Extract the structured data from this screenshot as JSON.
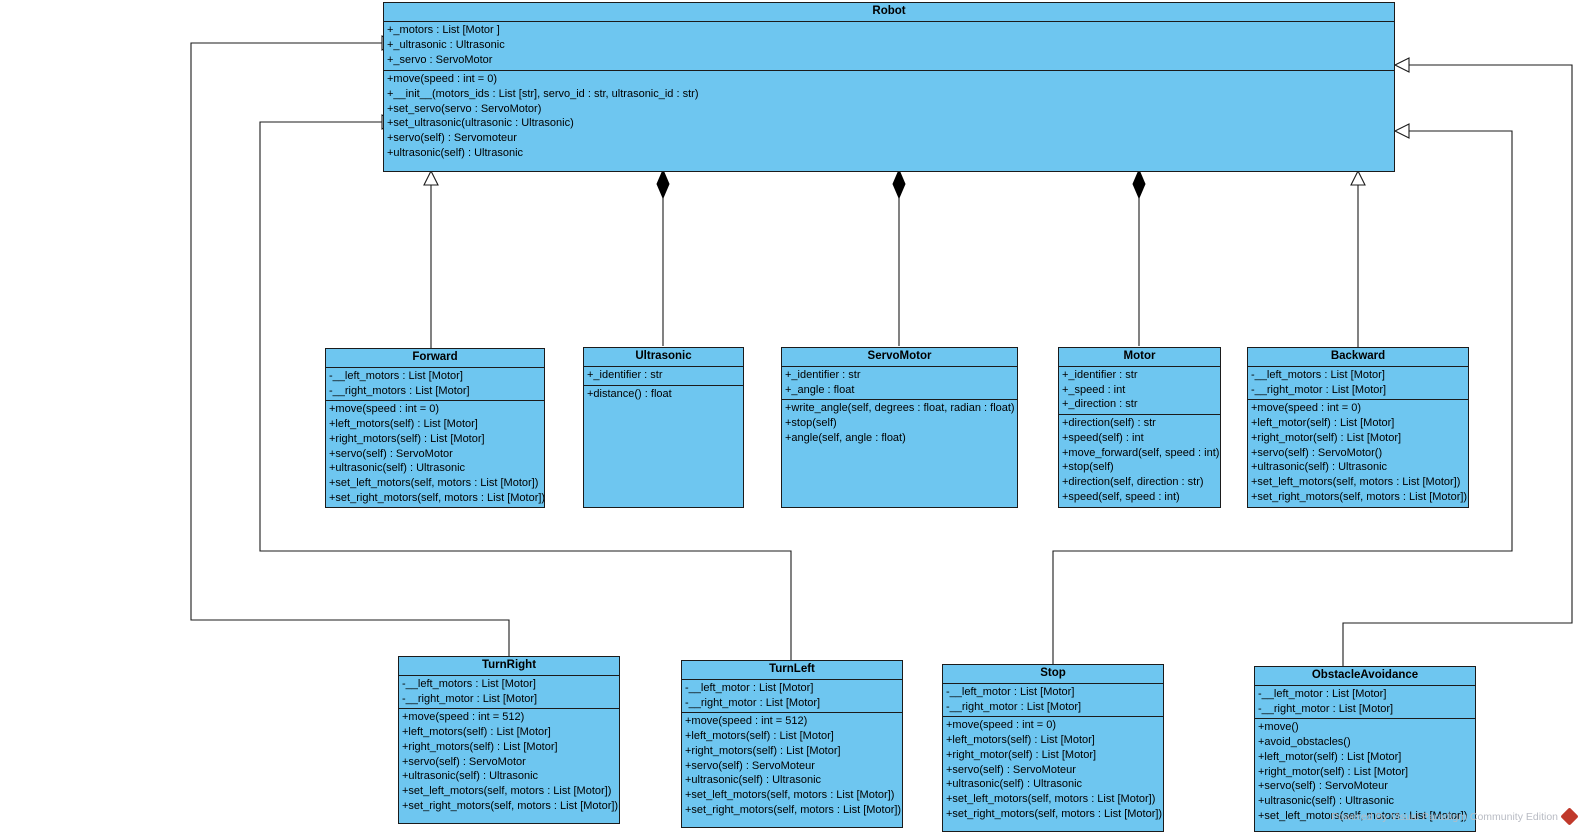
{
  "diagram": {
    "type": "uml-class-diagram",
    "accent_color": "#6EC6F0",
    "line_color": "#1b1b1b",
    "background": "#ffffff",
    "watermark": "Powered By Visual Paradigm Community Edition"
  },
  "classes": {
    "robot": {
      "name": "Robot",
      "attributes": [
        "+_motors : List [Motor ]",
        "+_ultrasonic : Ultrasonic",
        "+_servo : ServoMotor"
      ],
      "operations": [
        "+move(speed : int = 0)",
        "+__init__(motors_ids : List [str], servo_id : str, ultrasonic_id : str)",
        "+set_servo(servo : ServoMotor)",
        "+set_ultrasonic(ultrasonic : Ultrasonic)",
        "+servo(self) : Servomoteur",
        "+ultrasonic(self) : Ultrasonic"
      ]
    },
    "forward": {
      "name": "Forward",
      "attributes": [
        "-__left_motors : List [Motor]",
        "-__right_motors : List [Motor]"
      ],
      "operations": [
        "+move(speed : int = 0)",
        "+left_motors(self) : List [Motor]",
        "+right_motors(self) : List [Motor]",
        "+servo(self) : ServoMotor",
        "+ultrasonic(self) : Ultrasonic",
        "+set_left_motors(self, motors : List [Motor])",
        "+set_right_motors(self, motors : List [Motor])"
      ]
    },
    "ultrasonic": {
      "name": "Ultrasonic",
      "attributes": [
        "+_identifier : str"
      ],
      "operations": [
        "+distance() : float"
      ]
    },
    "servomotor": {
      "name": "ServoMotor",
      "attributes": [
        "+_identifier : str",
        "+_angle : float"
      ],
      "operations": [
        "+write_angle(self, degrees : float, radian : float)",
        "+stop(self)",
        "+angle(self, angle : float)"
      ]
    },
    "motor": {
      "name": "Motor",
      "attributes": [
        "+_identifier : str",
        "+_speed : int",
        "+_direction : str"
      ],
      "operations": [
        "+direction(self) : str",
        "+speed(self) : int",
        "+move_forward(self, speed : int)",
        "+stop(self)",
        "+direction(self, direction : str)",
        "+speed(self, speed : int)"
      ]
    },
    "backward": {
      "name": "Backward",
      "attributes": [
        "-__left_motors : List [Motor]",
        "-__right_motor : List [Motor]"
      ],
      "operations": [
        "+move(speed : int = 0)",
        "+left_motor(self) : List [Motor]",
        "+right_motor(self) : List [Motor]",
        "+servo(self) : ServoMotor()",
        "+ultrasonic(self) : Ultrasonic",
        "+set_left_motors(self, motors : List [Motor])",
        "+set_right_motors(self, motors : List [Motor])"
      ]
    },
    "turnright": {
      "name": "TurnRight",
      "attributes": [
        "-__left_motors : List [Motor]",
        "-__right_motor : List [Motor]"
      ],
      "operations": [
        "+move(speed : int = 512)",
        "+left_motors(self) : List [Motor]",
        "+right_motors(self) : List [Motor]",
        "+servo(self) : ServoMotor",
        "+ultrasonic(self) : Ultrasonic",
        "+set_left_motors(self, motors : List [Motor])",
        "+set_right_motors(self, motors : List [Motor])"
      ]
    },
    "turnleft": {
      "name": "TurnLeft",
      "attributes": [
        "-__left_motor : List [Motor]",
        "-__right_motor : List [Motor]"
      ],
      "operations": [
        "+move(speed : int = 512)",
        "+left_motors(self) : List [Motor]",
        "+right_motors(self) : List [Motor]",
        "+servo(self) : ServoMoteur",
        "+ultrasonic(self) : Ultrasonic",
        "+set_left_motors(self, motors : List [Motor])",
        "+set_right_motors(self, motors : List [Motor])"
      ]
    },
    "stop": {
      "name": "Stop",
      "attributes": [
        "-__left_motor : List [Motor]",
        "-__right_motor : List [Motor]"
      ],
      "operations": [
        "+move(speed : int = 0)",
        "+left_motors(self) : List [Motor]",
        "+right_motor(self) : List [Motor]",
        "+servo(self) : ServoMoteur",
        "+ultrasonic(self) : Ultrasonic",
        "+set_left_motors(self, motors : List [Motor])",
        "+set_right_motors(self, motors : List [Motor])"
      ]
    },
    "obstacleavoidance": {
      "name": "ObstacleAvoidance",
      "attributes": [
        "-__left_motor : List [Motor]",
        "-__right_motor : List [Motor]"
      ],
      "operations": [
        "+move()",
        "+avoid_obstacles()",
        "+left_motor(self) : List [Motor]",
        "+right_motor(self) : List [Motor]",
        "+servo(self) : ServoMoteur",
        "+ultrasonic(self) : Ultrasonic",
        "+set_left_motors(self, motors : List [Motor])"
      ]
    }
  },
  "relationships": [
    {
      "from": "Forward",
      "to": "Robot",
      "type": "generalization"
    },
    {
      "from": "Backward",
      "to": "Robot",
      "type": "generalization"
    },
    {
      "from": "TurnRight",
      "to": "Robot",
      "type": "generalization"
    },
    {
      "from": "TurnLeft",
      "to": "Robot",
      "type": "generalization"
    },
    {
      "from": "Stop",
      "to": "Robot",
      "type": "generalization"
    },
    {
      "from": "ObstacleAvoidance",
      "to": "Robot",
      "type": "generalization"
    },
    {
      "from": "Robot",
      "to": "Ultrasonic",
      "type": "composition"
    },
    {
      "from": "Robot",
      "to": "ServoMotor",
      "type": "composition"
    },
    {
      "from": "Robot",
      "to": "Motor",
      "type": "composition"
    }
  ]
}
